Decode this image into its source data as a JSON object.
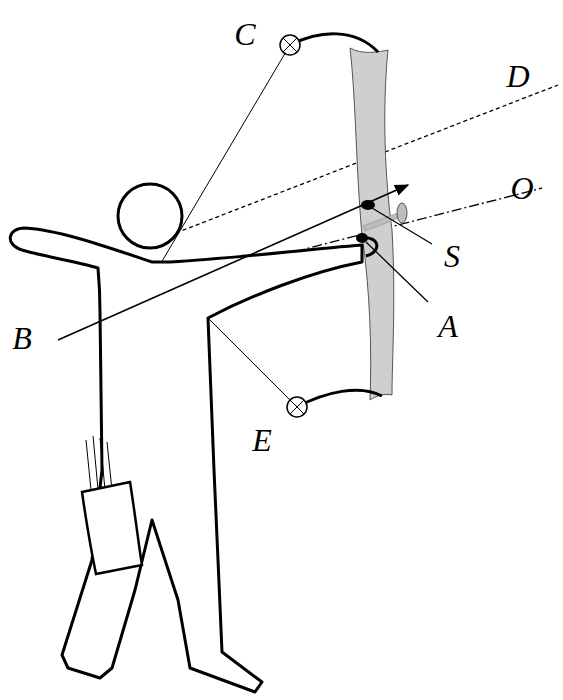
{
  "diagram": {
    "labels": [
      "C",
      "D",
      "O",
      "S",
      "A",
      "B",
      "E"
    ]
  }
}
